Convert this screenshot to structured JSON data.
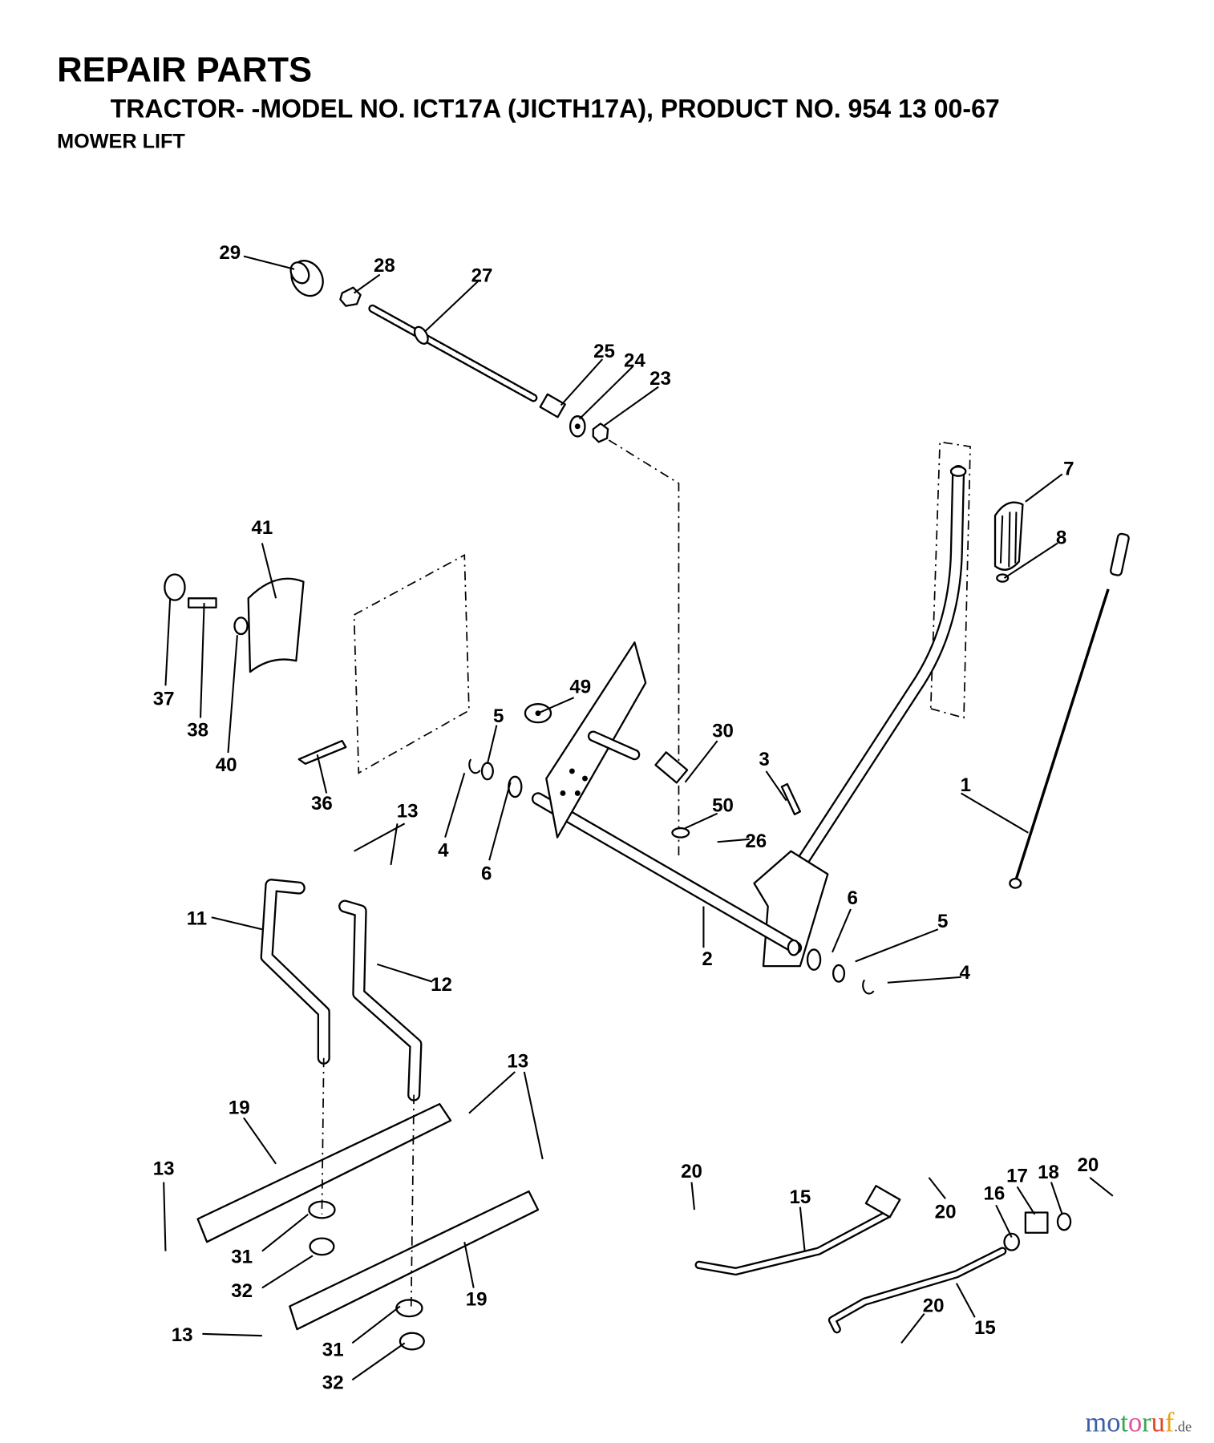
{
  "header": {
    "title": "REPAIR PARTS",
    "subtitle": "TRACTOR- -MODEL NO. ICT17A (JICTH17A), PRODUCT NO. 954 13 00-67",
    "section": "MOWER LIFT"
  },
  "callouts": [
    "29",
    "28",
    "27",
    "25",
    "24",
    "23",
    "7",
    "8",
    "41",
    "37",
    "38",
    "40",
    "49",
    "5",
    "30",
    "3",
    "1",
    "36",
    "13",
    "4",
    "6",
    "50",
    "26",
    "11",
    "6",
    "5",
    "2",
    "12",
    "4",
    "13",
    "19",
    "13",
    "20",
    "15",
    "20",
    "16",
    "17",
    "18",
    "20",
    "31",
    "32",
    "19",
    "13",
    "20",
    "15",
    "31",
    "32"
  ],
  "watermark": {
    "text": "motoruf",
    "suffix": ".de",
    "letter_colors": [
      "#3b5ea8",
      "#3b5ea8",
      "#3aa655",
      "#e0519b",
      "#3aa655",
      "#e04a2a",
      "#e9a31a"
    ]
  }
}
